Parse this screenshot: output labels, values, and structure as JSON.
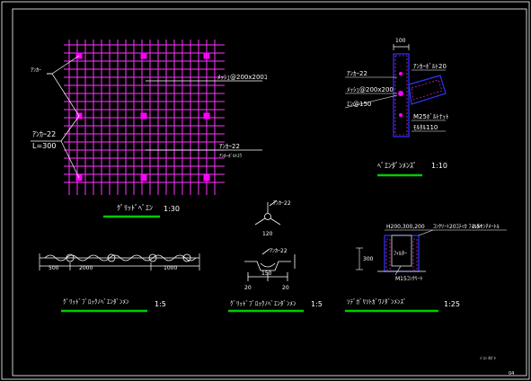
{
  "colors": {
    "background": "#000000",
    "frame": "#ffffff",
    "grid": "#ff33ff",
    "node": "#ff00ff",
    "text": "#ffffff",
    "leader": "#ffffff",
    "underline": "#00cc00",
    "anchor": "#3333ff",
    "label_accent": "#ffff66"
  },
  "plan": {
    "title": "ｸﾞﾘｯﾄﾞﾍﾞｴﾝ",
    "scale": "1:30",
    "label_anchor": "ｱﾝｶｰ",
    "label_bolt": "ｱﾝｶｰ22",
    "label_bolt_length": "L=300",
    "label_mesh": "ﾒｯｼｭ@200x200ｺ",
    "label_bar": "ｱﾝｶｰ22",
    "label_bar_sub": "ｱﾝｶｰﾎﾞﾙﾄﾕｳ"
  },
  "section": {
    "dim_top": "100",
    "label_anchor": "ｱﾝｶｰ22",
    "label_mesh": "ﾒｯｼｭ@200x200",
    "label_rebar": "ｴﾝ@150",
    "label_right_top": "ｱﾝｶｰﾎﾞﾙﾄ20",
    "label_right_mid": "M25ﾎﾞﾙﾄﾅｯﾄ",
    "label_right_bottom": "ﾓﾙﾀﾙ110",
    "title": "ﾍﾞｴﾝﾀﾞﾝﾒﾝｽﾞ",
    "scale": "1:10"
  },
  "detail_a": {
    "dims": [
      "500",
      "2000",
      "1000"
    ],
    "title": "ｸﾞﾘｯﾄﾞﾌﾞﾛｯｸﾉﾍﾞｴﾝﾀﾞﾝﾒﾝ",
    "scale": "1:5"
  },
  "detail_b": {
    "label_top": "ｱﾝｶｰ22",
    "label_top_dim": "120",
    "label_mid": "ｱﾝｶｰ22",
    "dim_bottom": "150",
    "dims_side": [
      "20",
      "20"
    ],
    "title": "ｸﾞﾘｯﾄﾞﾌﾞﾛｯｸﾉﾍﾞｴﾝﾀﾞﾝﾒﾝ",
    "scale": "1:5"
  },
  "detail_c": {
    "label_top": "H200,300,200",
    "label_right": "ｺﾝｸﾘｰﾄ20ｺﾃｨｶ ﾌｨﾙﾀｰ",
    "label_right_2": "2.5ｾﾝﾁﾒｰﾄﾙ",
    "dim_side": "300",
    "label_inner": "ﾌｨﾙﾀｰ",
    "label_bottom": "M15ｺﾝｸﾘｰﾄ",
    "title": "ｿﾃﾞｶﾞﾘｿﾄｶﾞﾜﾉﾀﾞﾝﾒﾝｽﾞ",
    "scale": "1:25"
  },
  "footer": {
    "stamp": "ﾍﾞｴﾝ 4ｶﾞｷ",
    "sheet": "04"
  }
}
